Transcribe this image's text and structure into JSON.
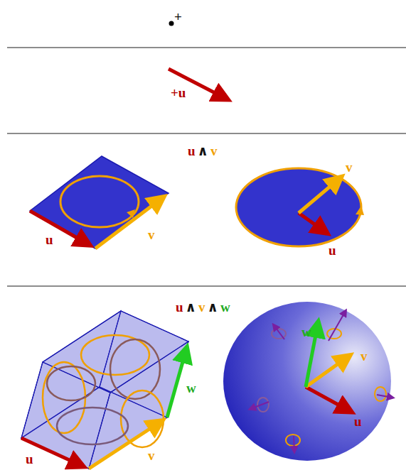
{
  "diagram": {
    "labels": [
      "+",
      "+u",
      "u",
      "∧",
      "v",
      "u",
      "v",
      "v",
      "u",
      "u",
      "∧",
      "v",
      "∧",
      "w",
      "w",
      "u",
      "v",
      "w",
      "v",
      "u"
    ]
  }
}
